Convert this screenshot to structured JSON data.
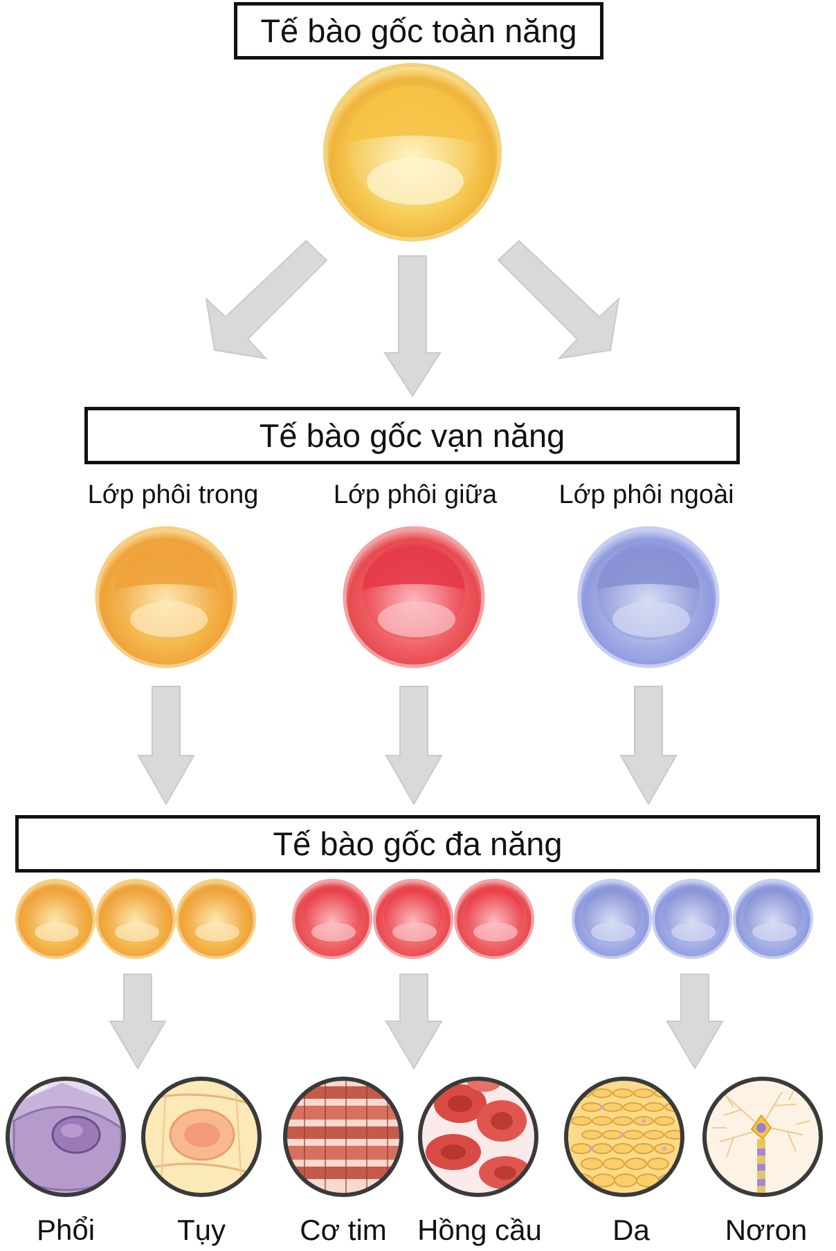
{
  "totipotent": {
    "label": "Tế bào gốc toàn năng",
    "color": "#f2c24a"
  },
  "pluripotent": {
    "label": "Tế bào gốc vạn năng"
  },
  "germ_layers": [
    {
      "label": "Lớp phôi trong",
      "color": "#f2b13c"
    },
    {
      "label": "Lớp phôi giữa",
      "color": "#ee5a5a"
    },
    {
      "label": "Lớp phôi ngoài",
      "color": "#9ba6e2"
    }
  ],
  "multipotent": {
    "label": "Tế bào gốc đa năng"
  },
  "tissues": [
    {
      "label": "Phổi",
      "icon": "lung-cell-icon"
    },
    {
      "label": "Tụy",
      "icon": "pancreas-cell-icon"
    },
    {
      "label": "Cơ tim",
      "icon": "cardiac-muscle-icon"
    },
    {
      "label": "Hồng cầu",
      "icon": "red-blood-cell-icon"
    },
    {
      "label": "Da",
      "icon": "skin-cell-icon"
    },
    {
      "label": "Nơron",
      "icon": "neuron-icon"
    }
  ]
}
